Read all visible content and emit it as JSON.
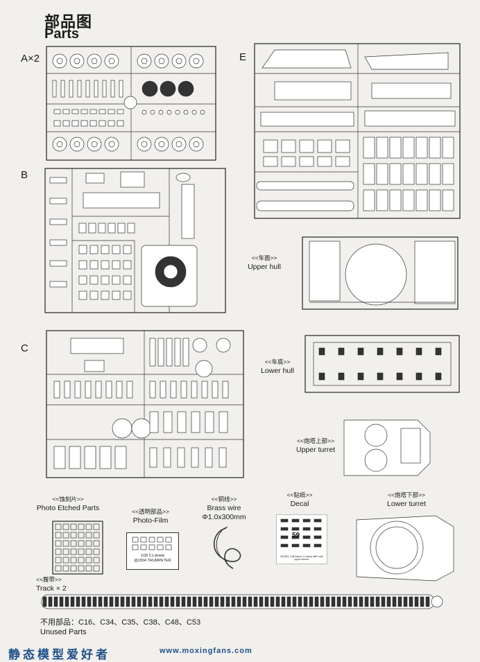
{
  "header": {
    "title_cn": "部品图",
    "title_en": "Parts"
  },
  "sprues": {
    "a": "A×2",
    "b": "B",
    "c": "C",
    "e": "E"
  },
  "assemblies": {
    "upper_hull": {
      "cn": "<<车面>>",
      "en": "Upper hull"
    },
    "lower_hull": {
      "cn": "<<车底>>",
      "en": "Lower hull"
    },
    "upper_turret": {
      "cn": "<<炮塔上部>>",
      "en": "Upper turret"
    },
    "lower_turret": {
      "cn": "<<炮塔下部>>",
      "en": "Lower turret"
    }
  },
  "accessories": {
    "photo_etched": {
      "cn": "<<蚀刻片>>",
      "en": "Photo Etched Parts"
    },
    "photo_film": {
      "cn": "<<透明部品>>",
      "en": "Photo-Film",
      "caption1": "1/35 C1 Ariete",
      "caption2": "@2004 TRUMPETER"
    },
    "brass_wire": {
      "cn": "<<铜线>>",
      "en": "Brass wire",
      "spec": "Φ1.0x300mm"
    },
    "decal": {
      "cn": "<<贴纸>>",
      "en": "Decal",
      "number": "59",
      "caption": "MODEL 1/35 Italian C1 Ariete MBT with upper armour"
    },
    "track": {
      "cn": "<<履带>>",
      "en": "Track × 2"
    }
  },
  "unused": {
    "cn": "不用部品：C16、C34、C35、C38、C48、C53",
    "en": "Unused Parts"
  },
  "watermark": {
    "cn": "静态模型爱好者",
    "url": "www.moxingfans.com"
  }
}
